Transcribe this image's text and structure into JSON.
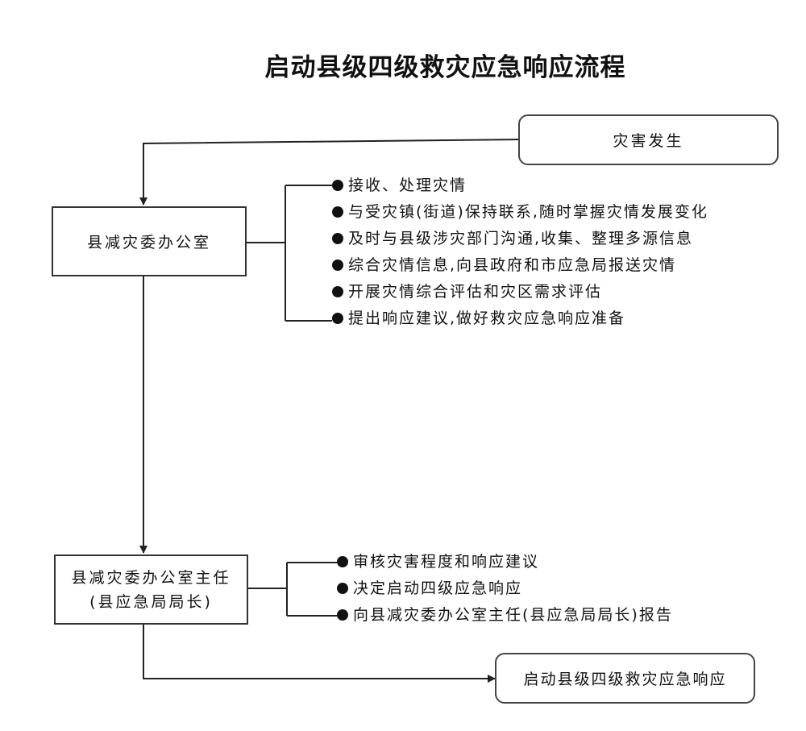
{
  "title": "启动县级四级救灾应急响应流程",
  "nodes": {
    "disaster": "灾害发生",
    "office": "县减灾委办公室",
    "director_line1": "县减灾委办公室主任",
    "director_line2": "(县应急局局长)",
    "response": "启动县级四级救灾应急响应"
  },
  "office_tasks": [
    "接收、处理灾情",
    "与受灾镇(街道)保持联系,随时掌握灾情发展变化",
    "及时与县级涉灾部门沟通,收集、整理多源信息",
    "综合灾情信息,向县政府和市应急局报送灾情",
    "开展灾情综合评估和灾区需求评估",
    "提出响应建议,做好救灾应急响应准备"
  ],
  "director_tasks": [
    "审核灾害程度和响应建议",
    "决定启动四级应急响应",
    "向县减灾委办公室主任(县应急局局长)报告"
  ]
}
